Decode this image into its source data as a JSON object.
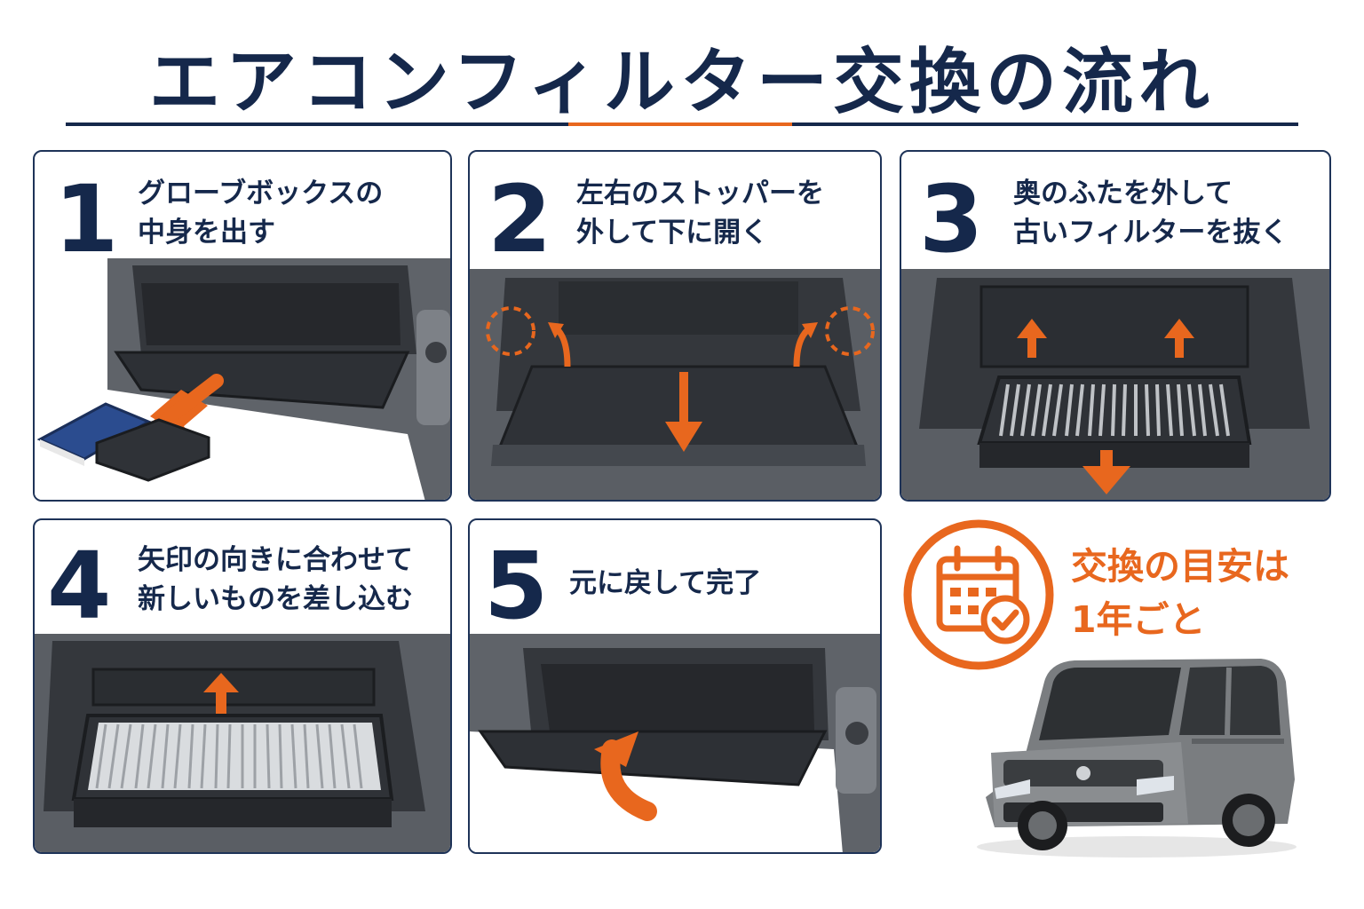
{
  "header": {
    "title": "エアコンフィルター交換の流れ"
  },
  "steps": [
    {
      "number": "1",
      "line1": "グローブボックスの",
      "line2": "中身を出す"
    },
    {
      "number": "2",
      "line1": "左右のストッパーを",
      "line2": "外して下に開く"
    },
    {
      "number": "3",
      "line1": "奥のふたを外して",
      "line2": "古いフィルターを抜く"
    },
    {
      "number": "4",
      "line1": "矢印の向きに合わせて",
      "line2": "新しいものを差し込む"
    },
    {
      "number": "5",
      "line1": "元に戻して完了",
      "line2": ""
    }
  ],
  "schedule": {
    "line1": "交換の目安は",
    "line2": "1年ごと",
    "icon": "calendar-check-icon"
  },
  "colors": {
    "navy": "#15284b",
    "orange": "#e8671e",
    "panel_border": "#1e3358"
  }
}
